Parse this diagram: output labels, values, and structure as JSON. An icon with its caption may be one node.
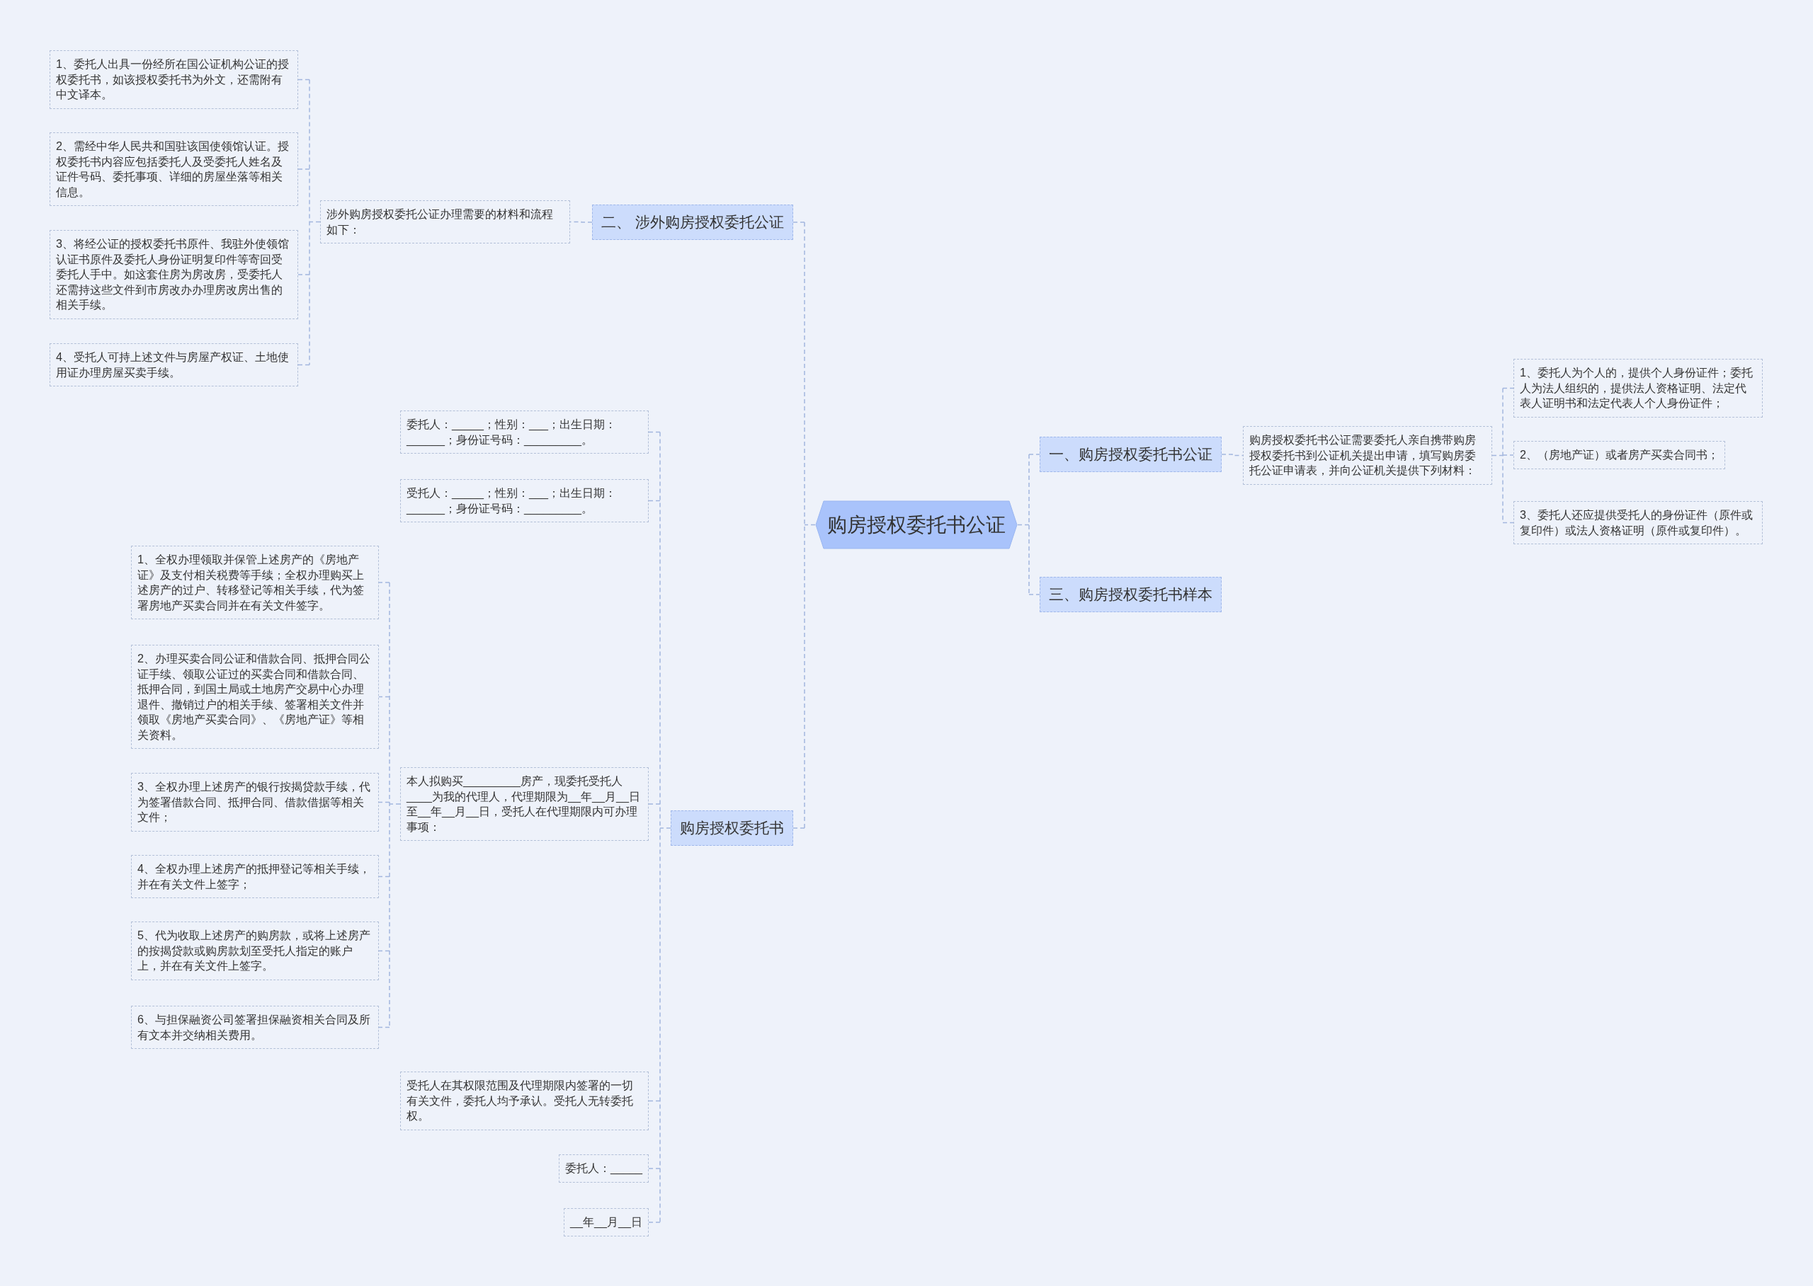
{
  "diagram": {
    "nodes": [
      {
        "text": [
          "购房授权委托书公证"
        ]
      },
      {
        "text": [
          "一、购房授权委托书公证"
        ]
      },
      {
        "text": [
          "购房授权委托书公证需要委托人亲自携带购房授权委托书到公证机关提出申请，填写购房委托公证申请表，并向公证机关提供下列材料："
        ]
      },
      {
        "text": [
          "1、委托人为个人的，提供个人身份证件；委托人为法人组织的，提供法人资格证明、法定代表人证明书和法定代表人个人身份证件；"
        ]
      },
      {
        "text": [
          "2、（房地产证）或者房产买卖合同书；"
        ]
      },
      {
        "text": [
          "3、委托人还应提供受托人的身份证件（原件或复印件）或法人资格证明（原件或复印件）。"
        ]
      },
      {
        "text": [
          "三、购房授权委托书样本"
        ]
      },
      {
        "text": [
          "二、 涉外购房授权委托公证"
        ]
      },
      {
        "text": [
          "涉外购房授权委托公证办理需要的材料和流程如下："
        ]
      },
      {
        "text": [
          "1、委托人出具一份经所在国公证机构公证的授权委托书，如该授权委托书为外文，还需附有中文译本。"
        ]
      },
      {
        "text": [
          "2、需经中华人民共和国驻该国使领馆认证。授权委托书内容应包括委托人及受委托人姓名及证件号码、委托事项、详细的房屋坐落等相关信息。"
        ]
      },
      {
        "text": [
          "3、将经公证的授权委托书原件、我驻外使领馆认证书原件及委托人身份证明复印件等寄回受委托人手中。如这套住房为房改房，受委托人还需持这些文件到市房改办办理房改房出售的相关手续。"
        ]
      },
      {
        "text": [
          "4、受托人可持上述文件与房屋产权证、土地使用证办理房屋买卖手续。"
        ]
      },
      {
        "text": [
          "购房授权委托书"
        ]
      },
      {
        "text": [
          "委托人：_____；性别：___；出生日期：______；身份证号码：_________。"
        ]
      },
      {
        "text": [
          "受托人：_____；性别：___；出生日期：______；身份证号码：_________。"
        ]
      },
      {
        "text": [
          "本人拟购买_________房产，现委托受托人____为我的代理人，代理期限为__年__月__日至__年__月__日，受托人在代理期限内可办理事项："
        ]
      },
      {
        "text": [
          "1、全权办理领取并保管上述房产的《房地产证》及支付相关税费等手续；全权办理购买上述房产的过户、转移登记等相关手续，代为签署房地产买卖合同并在有关文件签字。"
        ]
      },
      {
        "text": [
          "2、办理买卖合同公证和借款合同、抵押合同公证手续、领取公证过的买卖合同和借款合同、抵押合同，到国土局或土地房产交易中心办理退件、撤销过户的相关手续、签署相关文件并领取《房地产买卖合同》、《房地产证》等相关资料。"
        ]
      },
      {
        "text": [
          "3、全权办理上述房产的银行按揭贷款手续，代为签署借款合同、抵押合同、借款借据等相关文件；"
        ]
      },
      {
        "text": [
          "4、全权办理上述房产的抵押登记等相关手续，并在有关文件上签字；"
        ]
      },
      {
        "text": [
          "5、代为收取上述房产的购房款，或将上述房产的按揭贷款或购房款划至受托人指定的账户上，并在有关文件上签字。"
        ]
      },
      {
        "text": [
          "6、与担保融资公司签署担保融资相关合同及所有文本并交纳相关费用。"
        ]
      },
      {
        "text": [
          "受托人在其权限范围及代理期限内签署的一切有关文件，委托人均予承认。受托人无转委托权。"
        ]
      },
      {
        "text": [
          "委托人：_____"
        ]
      },
      {
        "text": [
          "__年__月__日"
        ]
      }
    ],
    "edges": [
      {
        "from": 0,
        "to": 1,
        "arrow": "none"
      },
      {
        "from": 1,
        "to": 2,
        "arrow": "none"
      },
      {
        "from": 2,
        "to": 3,
        "arrow": "none"
      },
      {
        "from": 2,
        "to": 4,
        "arrow": "none"
      },
      {
        "from": 2,
        "to": 5,
        "arrow": "none"
      },
      {
        "from": 0,
        "to": 6,
        "arrow": "none"
      },
      {
        "from": 0,
        "to": 7,
        "arrow": "none"
      },
      {
        "from": 7,
        "to": 8,
        "arrow": "none"
      },
      {
        "from": 8,
        "to": 9,
        "arrow": "none"
      },
      {
        "from": 8,
        "to": 10,
        "arrow": "none"
      },
      {
        "from": 8,
        "to": 11,
        "arrow": "none"
      },
      {
        "from": 8,
        "to": 12,
        "arrow": "none"
      },
      {
        "from": 0,
        "to": 13,
        "arrow": "none"
      },
      {
        "from": 13,
        "to": 14,
        "arrow": "none"
      },
      {
        "from": 13,
        "to": 15,
        "arrow": "none"
      },
      {
        "from": 13,
        "to": 16,
        "arrow": "none"
      },
      {
        "from": 16,
        "to": 17,
        "arrow": "none"
      },
      {
        "from": 16,
        "to": 18,
        "arrow": "none"
      },
      {
        "from": 16,
        "to": 19,
        "arrow": "none"
      },
      {
        "from": 16,
        "to": 20,
        "arrow": "none"
      },
      {
        "from": 16,
        "to": 21,
        "arrow": "none"
      },
      {
        "from": 16,
        "to": 22,
        "arrow": "none"
      },
      {
        "from": 13,
        "to": 23,
        "arrow": "none"
      },
      {
        "from": 13,
        "to": 24,
        "arrow": "none"
      },
      {
        "from": 13,
        "to": 25,
        "arrow": "none"
      }
    ]
  }
}
